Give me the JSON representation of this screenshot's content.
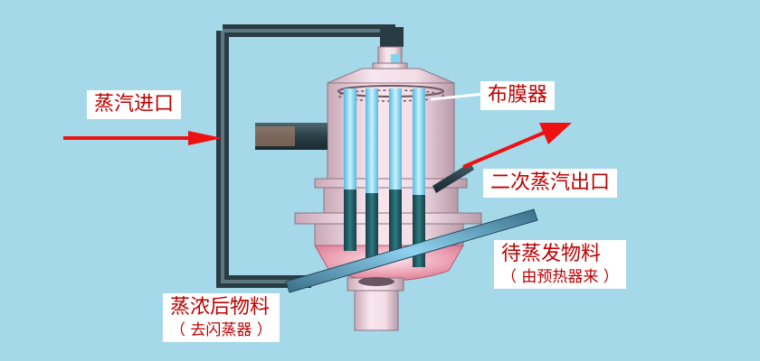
{
  "labels": {
    "steam_inlet": "蒸汽进口",
    "film_distributor": "布膜器",
    "secondary_steam_outlet": "二次蒸汽出口",
    "feed_material": "待蒸发物料",
    "feed_material_note": "（ 由预热器来 ）",
    "concentrated_product": "蒸浓后物料",
    "concentrated_product_note": "（ 去闪蒸器 ）"
  },
  "colors": {
    "background": "#a5d9ea",
    "label_text": "#c00000",
    "arrow": "#ee1111",
    "vessel": "#f0d8e0",
    "tube_light": "#8fe0ff",
    "tube_dark": "#1f5f66",
    "pipe": "#2f4650"
  }
}
